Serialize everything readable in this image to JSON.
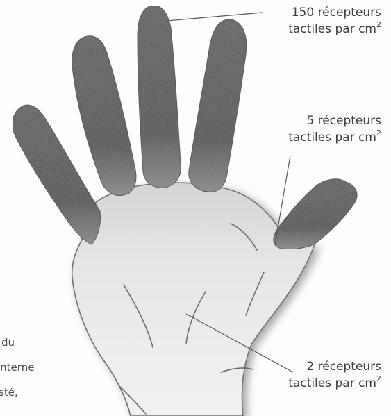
{
  "labels": [
    {
      "count": "150 récepteurs",
      "unit": "tactiles par cm",
      "exp": "2"
    },
    {
      "count": "5 récepteurs",
      "unit": "tactiles par cm",
      "exp": "2"
    },
    {
      "count": "2 récepteurs",
      "unit": "tactiles par cm",
      "exp": "2"
    }
  ],
  "edge_text": [
    "du",
    "interne",
    "sté,"
  ],
  "colors": {
    "fingers": "#5a5a5a",
    "palm": "#e2e2e0",
    "outline": "#6e6e6e",
    "leader_line": "#555555",
    "text": "#3b3b3b"
  }
}
